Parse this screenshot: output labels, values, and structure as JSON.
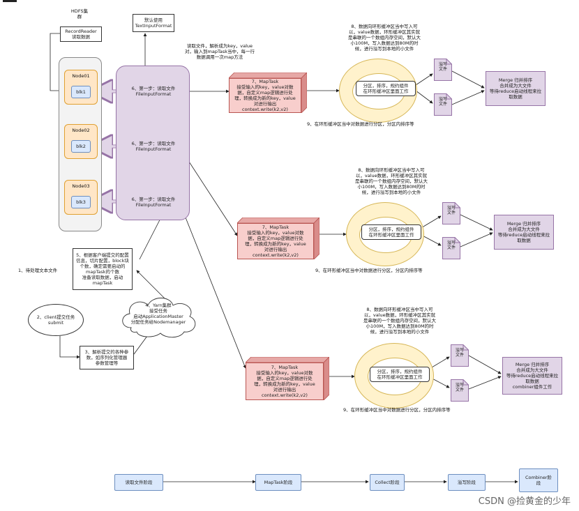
{
  "hdfs": {
    "label": "HDFS集\n群",
    "record_reader": "RecordReader\n读取数据",
    "text_input_format": "默认使用\nTextInputFormat",
    "nodes": [
      {
        "name": "Node01",
        "blk": "blk1"
      },
      {
        "name": "Node02",
        "blk": "blk2"
      },
      {
        "name": "Node03",
        "blk": "blk3"
      }
    ]
  },
  "step1": [
    "6、第一步：读取文件\nFileInputFormat",
    "6、第一步：读取文件\nFileInputFormat",
    "6、第一步：读取文件\nFileInputFormat"
  ],
  "read_note": "读取文件，解析成为key，value\n对，输入到mapTask当中，每一行\n数据调用一次map方法",
  "maptasks": [
    {
      "task": "7、MapTask\n接受输入的key，value对数\n据，自定义map逻辑进行处\n理，转换成为新的key，value\n对进行输出\ncontext.write(k2,v2)",
      "buffer_note": "8、数据向环形缓冲区当中写入可\n以，value数据，环形缓冲区其实就\n是串联的一个数组内存空间，默认大\n小100M，写入数据达到80M的时\n候，进行溢写到本地的小文件",
      "partition": "分区，排序，规约组件\n在环形缓冲区里面工作",
      "spill_a": "溢写\n文件",
      "spill_b": "溢写\n文件",
      "merge": "Merge 归并排序\n合并成为大文件\n等待reduce启动线程来拉\n取数据",
      "sort_note": "9、在环形缓冲区当中对数据进行分区，分区内排序等"
    },
    {
      "task": "7、MapTask\n接受输入的key，value对数\n据，自定义map逻辑进行处\n理，转换成为新的key，value\n对进行输出\ncontext.write(k2,v2)",
      "buffer_note": "8、数据向环形缓冲区当中写入可\n以，value数据，环形缓冲区其实就\n是串联的一个数组内存空间，默认大\n小100M，写入数据达到80M的时\n候，进行溢写到本地的小文件",
      "partition": "分区，排序，规约组件\n在环形缓冲区里面工作",
      "spill_a": "溢写\n文件",
      "spill_b": "溢写\n文件",
      "merge": "Merge 归并排序\n合并成为大文件\n等待reduce启动线程来拉\n取数据",
      "sort_note": "9、在环形缓冲区当中对数据进行分区，分区内排序等"
    },
    {
      "task": "7、MapTask\n接受输入的key，value对数\n据，自定义map逻辑进行处\n理，转换成为新的key，value\n对进行输出\ncontext.write(k2,v2)",
      "buffer_note": "8、数据向环形缓冲区当中写入可\n以，value数据，环形缓冲区其实就\n是串联的一个数组内存空间，默认大\n小100M，写入数据达到80M的时\n候，进行溢写到本地的小文件",
      "partition": "分区，排序，规约组件\n在环形缓冲区里面工作",
      "spill_a": "溢写\n文件",
      "spill_b": "溢写\n文件",
      "merge": "Merge 归并排序\n合并成为大文件\n等待reduce启动线程来拉\n取数据\ncombiner组件工作",
      "sort_note": "9、在环形缓冲区当中对数据进行分区，分区内排序等"
    }
  ],
  "client": {
    "step1": "1、待处理文本文件",
    "step2": "2、client提交任务\nsubmit",
    "step3": "3、解析提交的各种参\n数，如序列化管理器\n参数管理等",
    "step4": "4、Yarn集群\n接受任务\n启动ApplicationMaster\n分配任务给Nodemanager",
    "step5": "5、根据客户端提交的配置\n信息，切片配置，block块\n个数，确定需要启动的\nmapTask的个数\n准备读取数据，启动\nmapTask"
  },
  "stages": [
    "读取文件阶段",
    "MapTask阶段",
    "Collect阶段",
    "溢写阶段",
    "Combiner阶\n段"
  ],
  "watermark": "CSDN @捡黄金的少年"
}
